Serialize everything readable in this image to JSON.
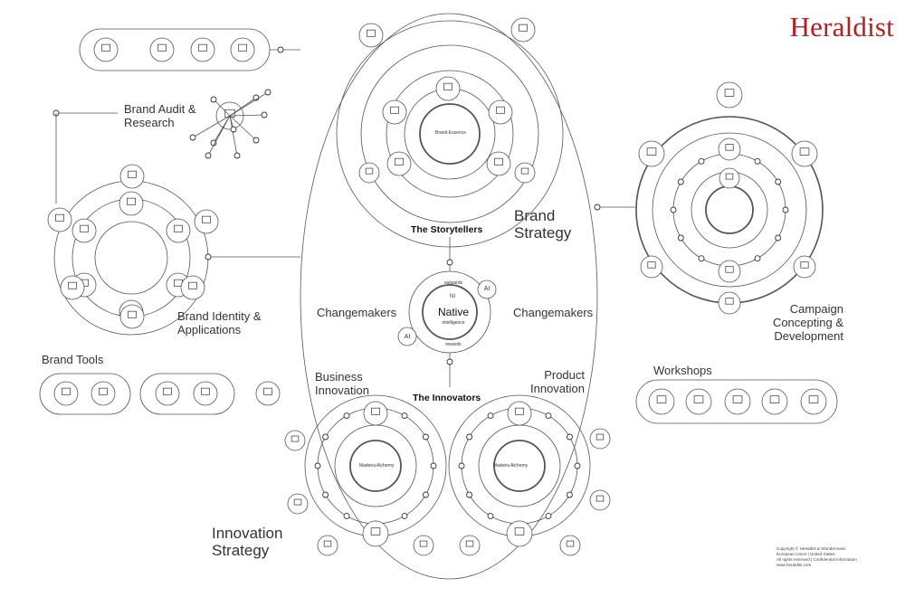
{
  "brand": {
    "logo": "Heraldist"
  },
  "sections": {
    "brand_audit": "Brand Audit & Research",
    "brand_identity": "Brand Identity & Applications",
    "brand_tools": "Brand Tools",
    "brand_strategy": "Brand Strategy",
    "storytellers": "The Storytellers",
    "innovators": "The Innovators",
    "changemakers_left": "Changemakers",
    "changemakers_right": "Changemakers",
    "business_innovation": "Business Innovation",
    "product_innovation": "Product Innovation",
    "innovation_strategy": "Innovation Strategy",
    "campaign": "Campaign Concepting & Development",
    "workshops": "Workshops"
  },
  "hub": {
    "title": "Native",
    "sub": "intelligence",
    "outwards": "outwards",
    "inwards": "inwards",
    "badge_top": "AI",
    "badge_bottom": "AI",
    "monogram": "NI"
  },
  "core_labels": {
    "brand_essence": "Brand Essence",
    "madeira_left": "Madeira Alchemy",
    "madeira_right": "Madeira Alchemy"
  },
  "copyright": {
    "line1": "Copyright © Heraldist & Wondermans",
    "line2": "European Union | United States",
    "line3": "All rights reserved | Confidential information",
    "line4": "www.heraldist.com"
  }
}
